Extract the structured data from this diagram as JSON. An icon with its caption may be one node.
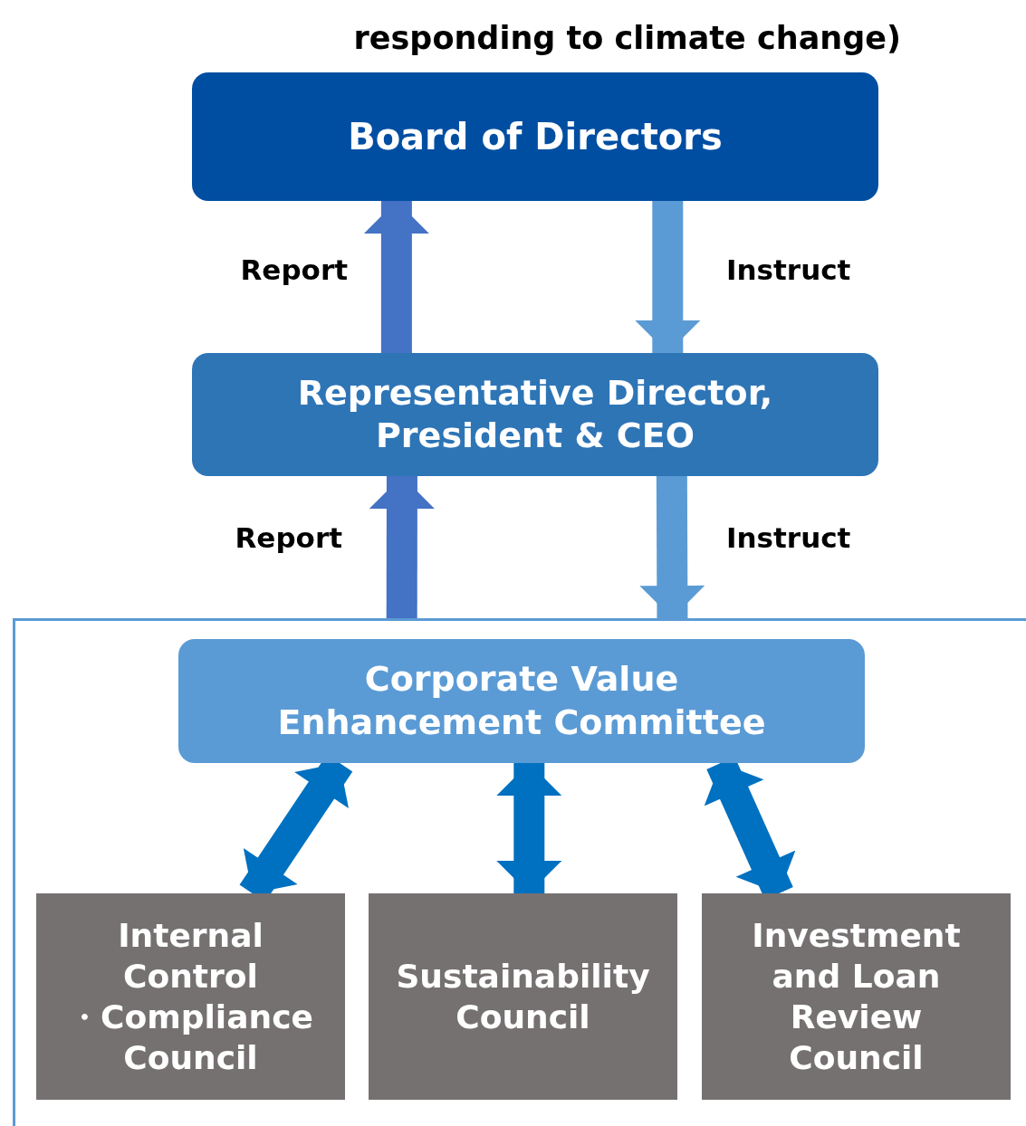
{
  "diagram": {
    "nodes": [
      {
        "text": [
          "Board of Directors"
        ]
      },
      {
        "text": [
          "Representative Director, President & CEO"
        ]
      },
      {
        "text": [],
        "shape": "box"
      },
      {
        "text": [
          "Corporate Value Enhancement Committee"
        ],
        "in": 2
      },
      {
        "text": [
          "Internal Control ・Compliance Council"
        ],
        "in": 2
      },
      {
        "text": [
          "Sustainability Council"
        ],
        "in": 2
      },
      {
        "text": [
          "Investment and Loan Review Council"
        ],
        "in": 2
      }
    ],
    "edges": [
      {
        "from": 1,
        "to": 0,
        "arrow": "to",
        "label": "Report",
        "color": "#4472c4"
      },
      {
        "from": 0,
        "to": 1,
        "arrow": "to",
        "label": "Instruct",
        "color": "#5b9bd5"
      },
      {
        "from": 2,
        "to": 1,
        "arrow": "to",
        "label": "Report",
        "color": "#4472c4"
      },
      {
        "from": 1,
        "to": 2,
        "arrow": "to",
        "label": "Instruct",
        "color": "#5b9bd5"
      },
      {
        "from": 4,
        "to": 3,
        "arrow": "both"
      },
      {
        "from": 5,
        "to": 3,
        "arrow": "both"
      },
      {
        "from": 6,
        "to": 3,
        "arrow": "both"
      }
    ],
    "labels": [
      "responding to climate change)"
    ]
  }
}
